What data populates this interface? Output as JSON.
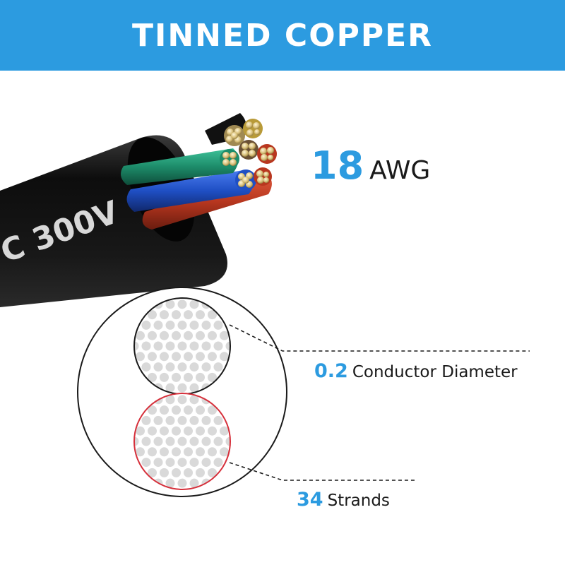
{
  "banner": {
    "title": "TINNED COPPER"
  },
  "cable": {
    "jacket_print": "C 300V"
  },
  "gauge": {
    "value": "18",
    "unit": "AWG"
  },
  "specs": [
    {
      "value": "0.2",
      "label": "Conductor Diameter"
    },
    {
      "value": "34",
      "label": "Strands"
    }
  ],
  "colors": {
    "banner": "#2c9be0",
    "accent": "#2c9be0",
    "jacket": "#141414",
    "wire_green": "#1d8c6a",
    "wire_blue": "#1f4fc4",
    "wire_red": "#b8371f",
    "conductor_outline_top": "#1a1a1a",
    "conductor_outline_bottom": "#d6303b",
    "strand_dot": "#d9d9d9"
  }
}
